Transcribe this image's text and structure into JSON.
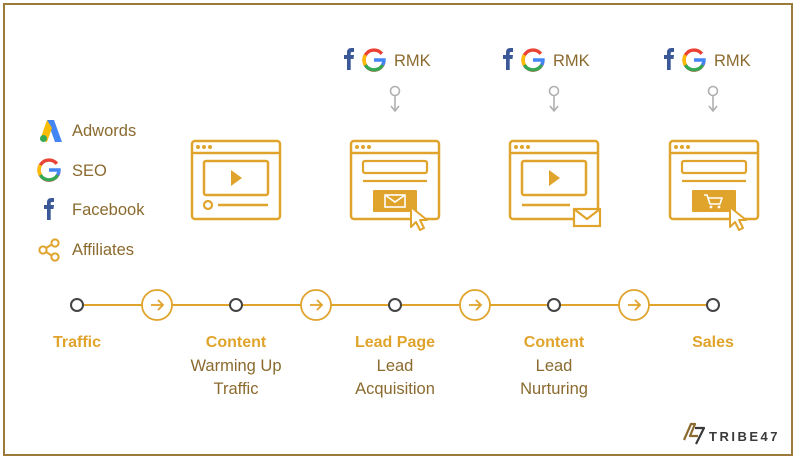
{
  "sources": [
    {
      "label": "Adwords",
      "icon": "adwords-icon"
    },
    {
      "label": "SEO",
      "icon": "google-icon"
    },
    {
      "label": "Facebook",
      "icon": "facebook-icon"
    },
    {
      "label": "Affiliates",
      "icon": "affiliates-icon"
    }
  ],
  "remarketing": {
    "label": "RMK"
  },
  "stages": [
    {
      "title": "Traffic",
      "lines": []
    },
    {
      "title": "Content",
      "lines": [
        "Warming Up",
        "Traffic"
      ]
    },
    {
      "title": "Lead Page",
      "lines": [
        "Lead",
        "Acquisition"
      ]
    },
    {
      "title": "Content",
      "lines": [
        "Lead",
        "Nurturing"
      ]
    },
    {
      "title": "Sales",
      "lines": []
    }
  ],
  "brand": {
    "name": "TRIBE47"
  },
  "colors": {
    "gold": "#e0a42c",
    "brown": "#8a6a2e",
    "border": "#9c7a3c",
    "google_blue": "#4285f4",
    "google_red": "#ea4335",
    "google_yellow": "#fbbc05",
    "google_green": "#34a853",
    "facebook_blue": "#3b5998"
  }
}
